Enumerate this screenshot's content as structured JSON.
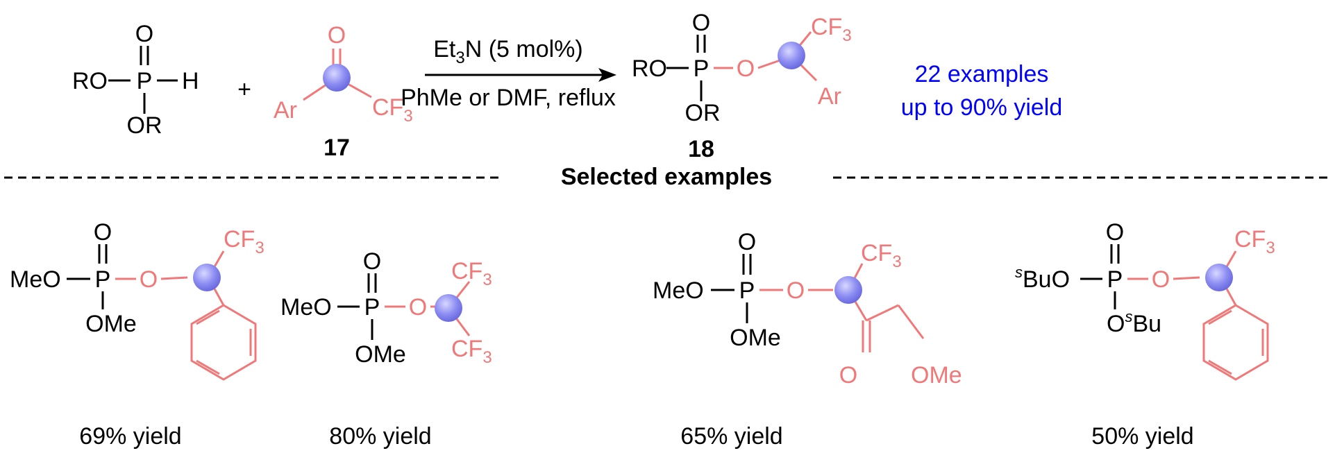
{
  "colors": {
    "black": "#000000",
    "pink": "#f07878",
    "highlight": "#8080f0",
    "summary_blue": "#0000ff"
  },
  "reaction": {
    "reagent1": {
      "O": "O",
      "RO": "RO",
      "P": "P",
      "H": "H",
      "OR": "OR"
    },
    "plus": "+",
    "reagent2": {
      "O": "O",
      "Ar": "Ar",
      "CF": "CF",
      "sub3": "3",
      "label": "17"
    },
    "conditions": {
      "line1_a": "Et",
      "line1_sub": "3",
      "line1_b": "N (5 mol%)",
      "line2": "PhMe or DMF,  reflux"
    },
    "product": {
      "O": "O",
      "RO": "RO",
      "P": "P",
      "Olink": "O",
      "OR": "OR",
      "CF": "CF",
      "sub3": "3",
      "Ar": "Ar",
      "label": "18"
    },
    "summary": {
      "line1": "22 examples",
      "line2": "up to 90% yield"
    }
  },
  "divider": {
    "label": "Selected examples"
  },
  "examples": [
    {
      "yield": "69% yield",
      "O": "O",
      "left": "MeO",
      "P": "P",
      "Olink": "O",
      "bottom": "OMe",
      "CF": "CF",
      "sub3": "3"
    },
    {
      "yield": "80% yield",
      "O": "O",
      "left": "MeO",
      "P": "P",
      "Olink": "O",
      "bottom": "OMe",
      "CF": "CF",
      "sub3": "3"
    },
    {
      "yield": "65% yield",
      "O": "O",
      "left": "MeO",
      "P": "P",
      "Olink": "O",
      "bottom": "OMe",
      "CF": "CF",
      "sub3": "3",
      "ketoneO": "O",
      "OMe2": "OMe"
    },
    {
      "yield": "50% yield",
      "O": "O",
      "sup": "s",
      "leftRest": "BuO",
      "P": "P",
      "Olink": "O",
      "bottomO": "O",
      "bottomRest": "Bu",
      "CF": "CF",
      "sub3": "3"
    }
  ]
}
